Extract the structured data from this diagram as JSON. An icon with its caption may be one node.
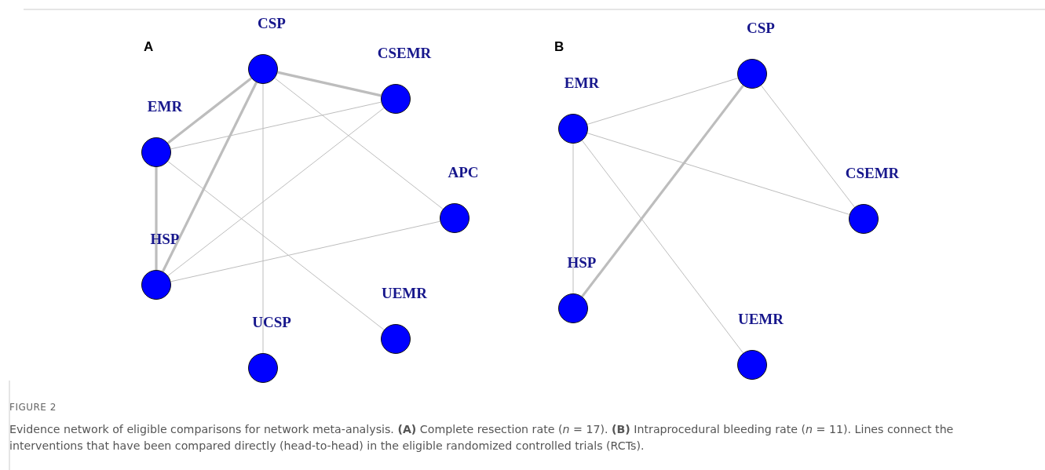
{
  "diagram": {
    "caption": "Evidence network of eligible comparisons for network meta-analysis. **(A)** Complete resection rate (*n* = 17). **(B)** Intraprocedural bleeding rate (*n* = 11). Lines connect the interventions that have been compared directly (head-to-head) in the eligible randomized controlled trials (RCTs).",
    "nodes": [
      {
        "text": [
          "CSP"
        ]
      },
      {
        "text": [
          "CSEMR"
        ]
      },
      {
        "text": [
          "EMR"
        ]
      },
      {
        "text": [
          "APC"
        ]
      },
      {
        "text": [
          "HSP"
        ]
      },
      {
        "text": [
          "UEMR"
        ]
      },
      {
        "text": [
          "UCSP"
        ]
      },
      {
        "text": [
          "CSP"
        ]
      },
      {
        "text": [
          "EMR"
        ]
      },
      {
        "text": [
          "CSEMR"
        ]
      },
      {
        "text": [
          "HSP"
        ]
      },
      {
        "text": [
          "UEMR"
        ]
      }
    ],
    "edges": [
      {
        "from": 0,
        "to": 1,
        "arrow": "none",
        "style": "thick"
      },
      {
        "from": 0,
        "to": 2,
        "arrow": "none",
        "style": "thick"
      },
      {
        "from": 0,
        "to": 4,
        "arrow": "none",
        "style": "thick"
      },
      {
        "from": 0,
        "to": 6,
        "arrow": "none"
      },
      {
        "from": 0,
        "to": 3,
        "arrow": "none"
      },
      {
        "from": 2,
        "to": 1,
        "arrow": "none"
      },
      {
        "from": 2,
        "to": 4,
        "arrow": "none",
        "style": "thick"
      },
      {
        "from": 2,
        "to": 5,
        "arrow": "none"
      },
      {
        "from": 1,
        "to": 4,
        "arrow": "none"
      },
      {
        "from": 4,
        "to": 3,
        "arrow": "none"
      },
      {
        "from": 7,
        "to": 8,
        "arrow": "none"
      },
      {
        "from": 7,
        "to": 10,
        "arrow": "none",
        "style": "thick"
      },
      {
        "from": 7,
        "to": 9,
        "arrow": "none"
      },
      {
        "from": 8,
        "to": 9,
        "arrow": "none"
      },
      {
        "from": 8,
        "to": 10,
        "arrow": "none"
      },
      {
        "from": 8,
        "to": 11,
        "arrow": "none"
      }
    ],
    "labels": [
      "A",
      "B",
      "FIGURE 2"
    ]
  }
}
